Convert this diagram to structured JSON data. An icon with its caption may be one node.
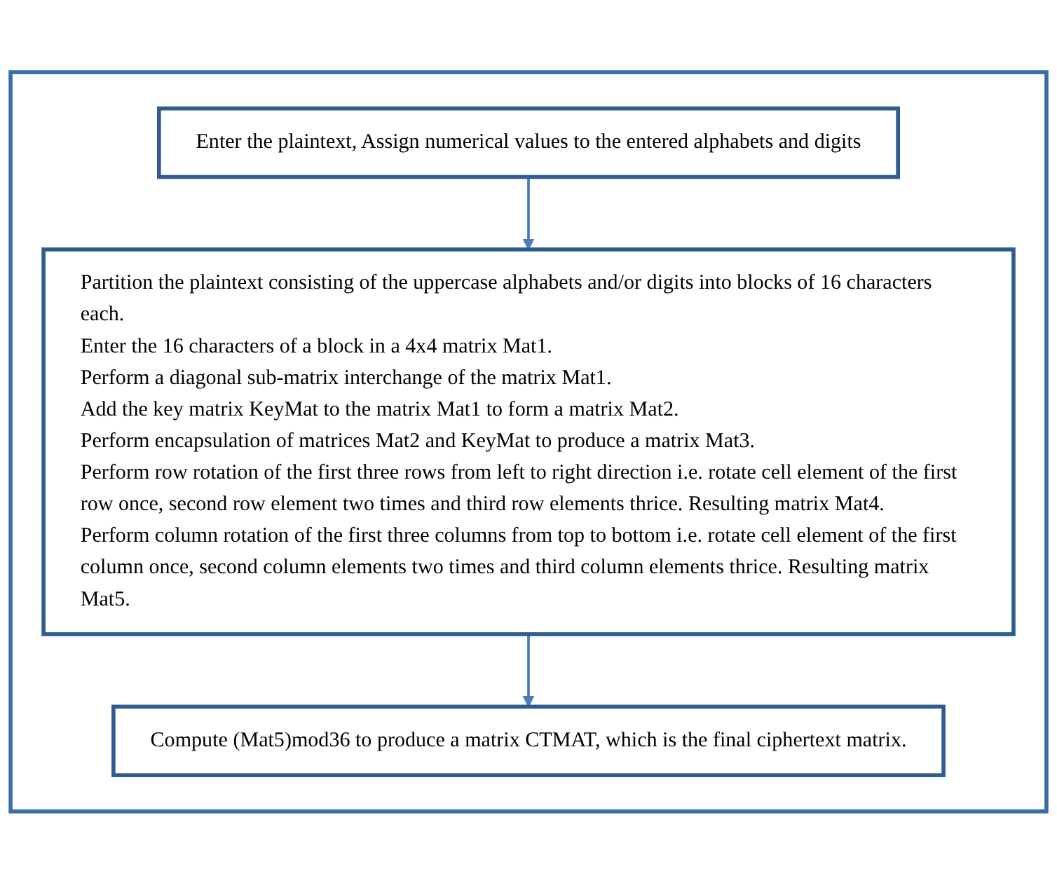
{
  "diagram": {
    "nodes": [
      {
        "text": [],
        "shape": "box"
      },
      {
        "text": [
          "Enter the plaintext, Assign numerical values to the entered alphabets and digits"
        ],
        "in": 0
      },
      {
        "text": [
          "Partition the plaintext consisting of the uppercase alphabets and/or digits into blocks of 16 characters each.",
          "Enter the 16 characters of a block in a 4x4 matrix Mat1.",
          "Perform a diagonal sub-matrix interchange of the matrix Mat1.",
          "Add the key matrix KeyMat to the matrix Mat1 to form a matrix Mat2.",
          "Perform encapsulation of matrices Mat2 and KeyMat to produce a matrix Mat3.",
          "Perform row rotation of the first three rows from left to right direction i.e. rotate cell element of the first row once, second row element two times and third row elements thrice. Resulting matrix Mat4.",
          "Perform column rotation of the first three columns from top to bottom i.e. rotate cell element of the first column once, second column elements two times and third column elements thrice. Resulting matrix Mat5."
        ],
        "in": 0
      },
      {
        "text": [
          "Compute (Mat5)mod36 to produce a matrix CTMAT, which is the final ciphertext matrix."
        ],
        "in": 0
      }
    ],
    "edges": [
      {
        "from": 1,
        "to": 2,
        "arrow": "to"
      },
      {
        "from": 2,
        "to": 3,
        "arrow": "to"
      }
    ]
  }
}
